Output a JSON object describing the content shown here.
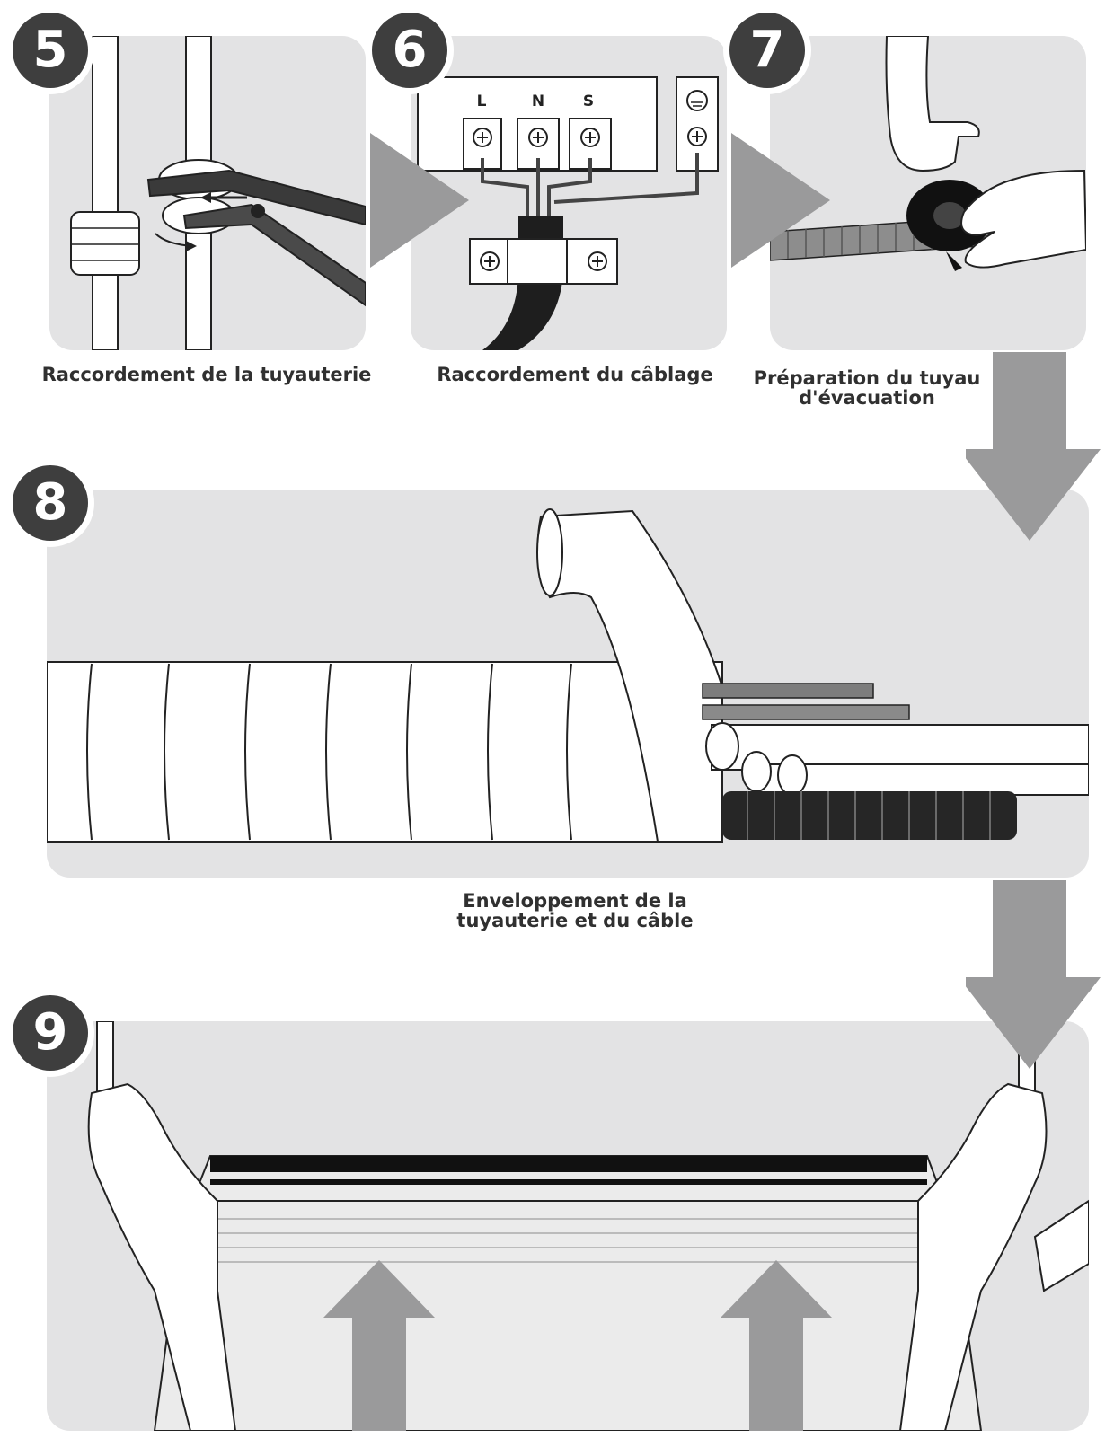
{
  "steps": [
    {
      "number": "5",
      "caption": "Raccordement de la tuyauterie"
    },
    {
      "number": "6",
      "caption": "Raccordement du câblage",
      "terminals": [
        "L",
        "N",
        "S"
      ]
    },
    {
      "number": "7",
      "caption_line1": "Préparation du tuyau",
      "caption_line2": "d'évacuation"
    },
    {
      "number": "8",
      "caption_line1": "Enveloppement de la",
      "caption_line2": "tuyauterie et du câble"
    },
    {
      "number": "9"
    }
  ],
  "colors": {
    "panel": "#e3e3e4",
    "badge": "#3e3e3e",
    "arrow": "#9a9a9b",
    "line": "#222222"
  }
}
